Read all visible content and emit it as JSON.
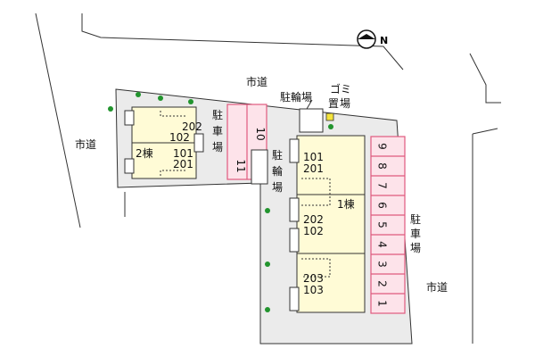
{
  "labels": {
    "city_road_top": "市道",
    "city_road_left": "市道",
    "city_road_right": "市道",
    "north": "N",
    "bicycle_parking_top": "駐輪場",
    "garbage": [
      "ゴ",
      "ミ",
      "置",
      "場"
    ],
    "bicycle_parking_mid": [
      "駐",
      "輪",
      "場"
    ],
    "parking_left": [
      "駐",
      "車",
      "場"
    ],
    "parking_right": [
      "駐",
      "車",
      "場"
    ]
  },
  "building2": {
    "name": "2棟",
    "units": [
      "202",
      "102",
      "101",
      "201"
    ]
  },
  "building1": {
    "name": "1棟",
    "units": [
      "101",
      "201",
      "202",
      "102",
      "203",
      "103"
    ]
  },
  "parking_left_slots": [
    "10",
    "11"
  ],
  "parking_right_slots": [
    "9",
    "8",
    "7",
    "6",
    "5",
    "4",
    "3",
    "2",
    "1"
  ],
  "colors": {
    "building": "#fffbd6",
    "lot": "#ebebeb",
    "parking": "#fde3ea",
    "parking_border": "#e05a7e",
    "tree": "#22942e",
    "garbage": "#f4e33c"
  }
}
